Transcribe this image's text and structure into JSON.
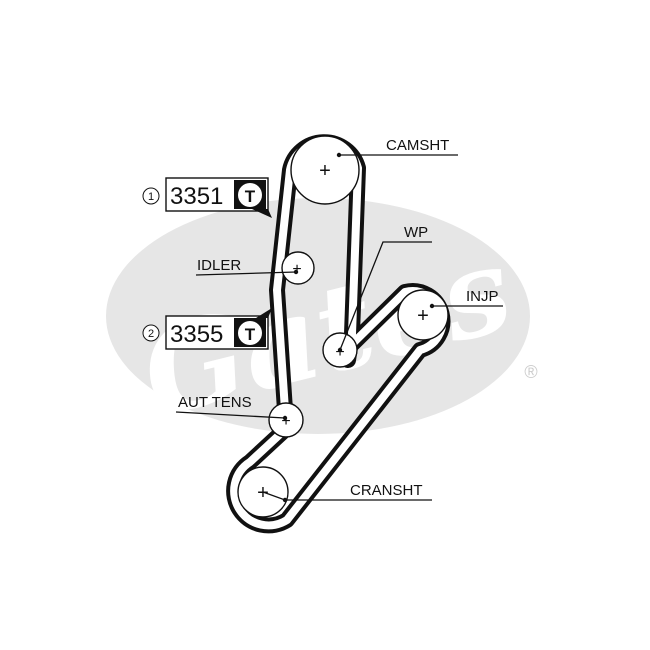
{
  "brand": {
    "logo_text": "Gates",
    "registered_mark": "®",
    "watermark_color": "#e6e6e6"
  },
  "colors": {
    "belt": "#111111",
    "line": "#111111",
    "background": "#ffffff"
  },
  "components": {
    "camshaft": "CAMSHT",
    "idler": "IDLER",
    "water_pump": "WP",
    "injection_pump": "INJP",
    "auto_tensioner": "AUT TENS",
    "crankshaft": "CRANSHT"
  },
  "parts": [
    {
      "index": "1",
      "number": "3351",
      "icon": "T"
    },
    {
      "index": "2",
      "number": "3355",
      "icon": "T"
    }
  ],
  "center_mark": "+"
}
